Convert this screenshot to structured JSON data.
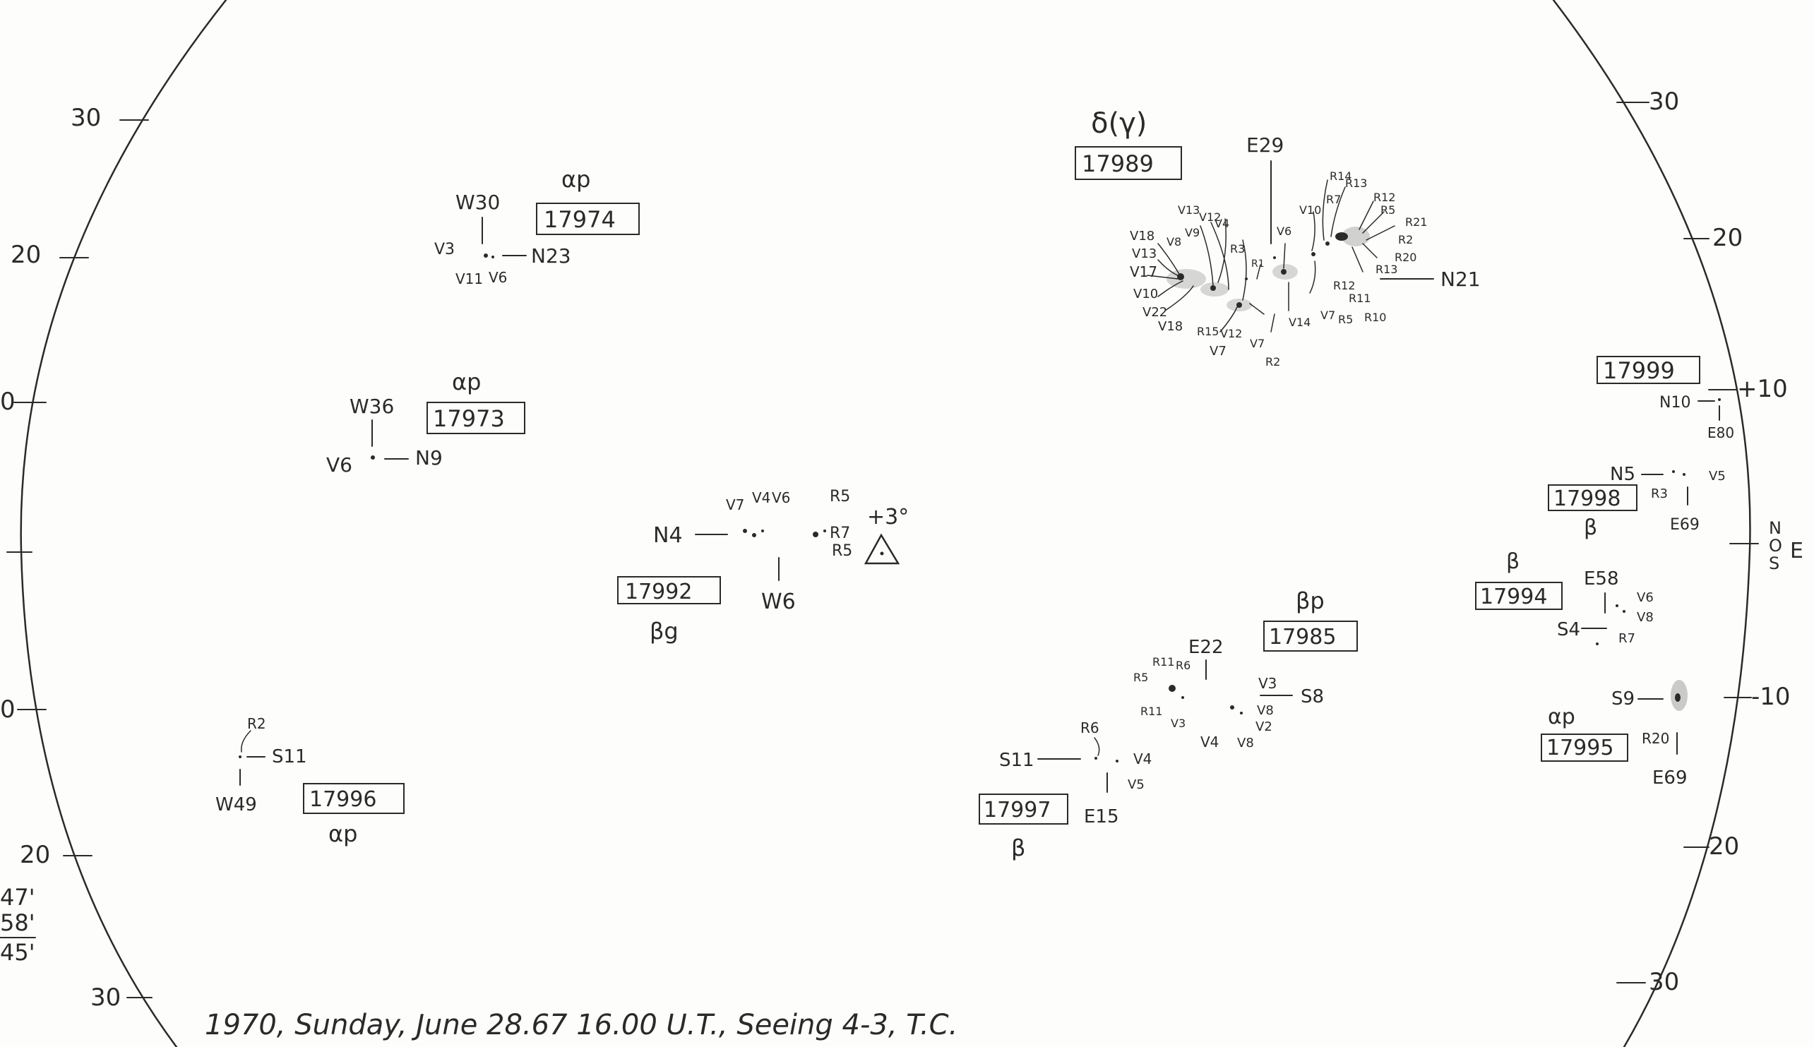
{
  "scale_ticks": {
    "left": [
      "30",
      "20",
      "0",
      "0",
      "20",
      "30"
    ],
    "right": [
      "30",
      "20",
      "+10",
      "-10",
      "20",
      "30"
    ],
    "axis_marker": [
      "N",
      "O",
      "S",
      "E"
    ]
  },
  "left_margin_notes": [
    "47'",
    "58'",
    "45'"
  ],
  "groups": {
    "g17974": {
      "number": "17974",
      "class": "αp",
      "labels": [
        "W30",
        "V3",
        "N23",
        "V11",
        "V6"
      ]
    },
    "g17973": {
      "number": "17973",
      "class": "αp",
      "labels": [
        "W36",
        "V6",
        "N9"
      ]
    },
    "g17989": {
      "number": "17989",
      "class": "δ(γ)",
      "labels": [
        "E29",
        "N21",
        "V18",
        "V13",
        "V17",
        "V10",
        "V22",
        "V18",
        "V8",
        "V9",
        "V13",
        "V12",
        "V4",
        "R3",
        "R1",
        "V6",
        "V10",
        "R14",
        "R7",
        "R13",
        "R12",
        "R5",
        "R21",
        "R2",
        "R20",
        "R13",
        "R11",
        "R12",
        "R10",
        "R5",
        "V7",
        "V14",
        "V7",
        "R2",
        "R15",
        "V12",
        "V7"
      ]
    },
    "g17999": {
      "number": "17999",
      "labels": [
        "N10",
        "E80"
      ]
    },
    "g17998": {
      "number": "17998",
      "class": "β",
      "labels": [
        "N5",
        "V5",
        "R3",
        "E69"
      ]
    },
    "g17992": {
      "number": "17992",
      "class": "βg",
      "labels": [
        "N4",
        "V7",
        "V4",
        "V6",
        "R5",
        "R7",
        "R5",
        "+3°",
        "W6"
      ]
    },
    "g17994": {
      "number": "17994",
      "class": "β",
      "labels": [
        "E58",
        "V6",
        "V8",
        "S4",
        "R7"
      ]
    },
    "g17985": {
      "number": "17985",
      "class": "βp",
      "labels": [
        "E22",
        "R11",
        "R6",
        "R5",
        "R11",
        "V3",
        "V3",
        "S8",
        "V8",
        "V2",
        "V4",
        "V8"
      ]
    },
    "g17995": {
      "number": "17995",
      "class": "αp",
      "labels": [
        "S9",
        "R20",
        "E69"
      ]
    },
    "g17996": {
      "number": "17996",
      "class": "αp",
      "labels": [
        "R2",
        "S11",
        "W49"
      ]
    },
    "g17997": {
      "number": "17997",
      "class": "β",
      "labels": [
        "R6",
        "S11",
        "V4",
        "V5",
        "E15"
      ]
    }
  },
  "caption": "1970, Sunday, June 28.67 16.00 U.T., Seeing 4-3, T.C."
}
